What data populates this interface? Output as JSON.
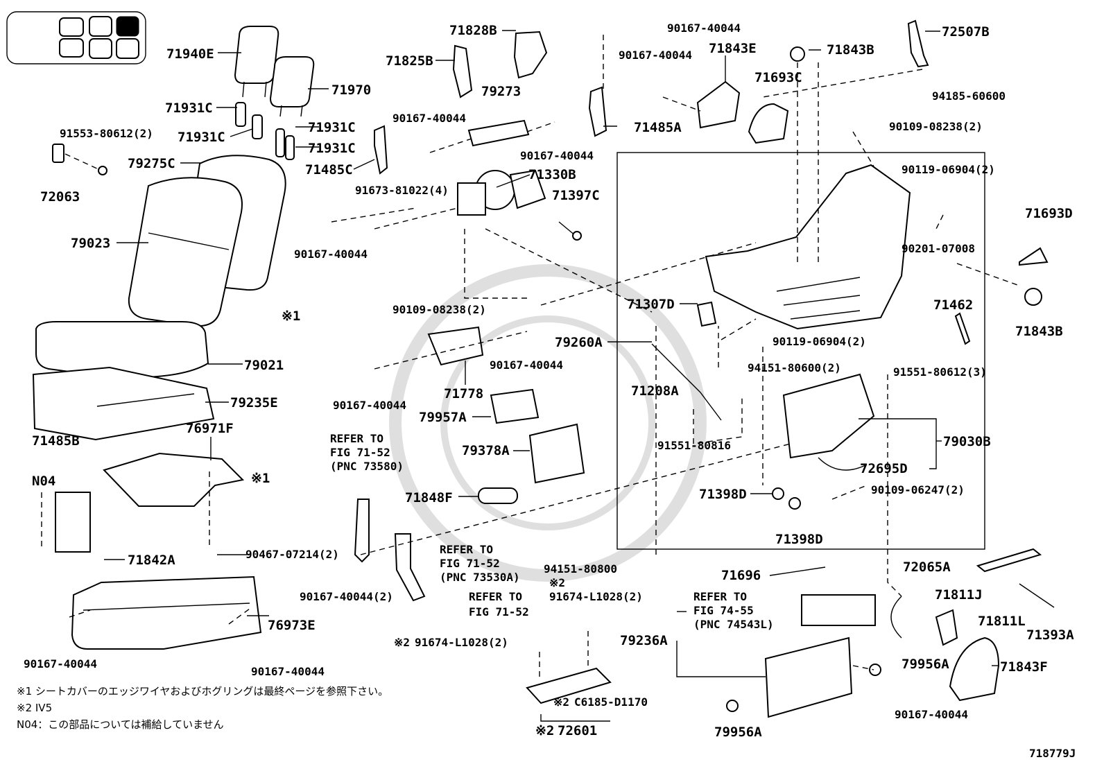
{
  "diagram_id": "718779J",
  "callouts": {
    "c71940E": "71940E",
    "c71970": "71970",
    "c71931C_a": "71931C",
    "c71931C_b": "71931C",
    "c71931C_c": "71931C",
    "c71931C_d": "71931C",
    "c91553": "91553-80612(2)",
    "c72063": "72063",
    "c79275C": "79275C",
    "c79023": "79023",
    "c79021": "79021",
    "c79235E": "79235E",
    "c71485B": "71485B",
    "cN04": "N04",
    "c76971F": "76971F",
    "c71842A": "71842A",
    "c90467": "90467-07214(2)",
    "c90167_frA": "90167-40044(2)",
    "c76973E": "76973E",
    "c90167_frB": "90167-40044",
    "c90167_frC": "90167-40044",
    "c71825B": "71825B",
    "c71828B": "71828B",
    "c79273": "79273",
    "c90167_a": "90167-40044",
    "c90167_b": "90167-40044",
    "c71485C": "71485C",
    "c71330B": "71330B",
    "c91673": "91673-81022(4)",
    "c71397C": "71397C",
    "c90167_c": "90167-40044",
    "c90109_a": "90109-08238(2)",
    "c90167_d": "90167-40044",
    "c90167_e": "90167-40044",
    "c71778": "71778",
    "c79957A": "79957A",
    "c79378A": "79378A",
    "c71848F": "71848F",
    "c90167_top": "90167-40044",
    "c90167_top2": "90167-40044",
    "c71843E": "71843E",
    "c71485A": "71485A",
    "c71693C": "71693C",
    "c71843B_top": "71843B",
    "c72507B": "72507B",
    "c94185": "94185-60600",
    "c90109_top": "90109-08238(2)",
    "c90119_a": "90119-06904(2)",
    "c71693D": "71693D",
    "c90201": "90201-07008",
    "c71462": "71462",
    "c71843B_r": "71843B",
    "c71307D": "71307D",
    "c79260A": "79260A",
    "c90119_b": "90119-06904(2)",
    "c94151_a": "94151-80600(2)",
    "c91551_3": "91551-80612(3)",
    "c71208A": "71208A",
    "c91551_816": "91551-80816",
    "c79030B": "79030B",
    "c72695D": "72695D",
    "c71398D_a": "71398D",
    "c90109_06247": "90109-06247(2)",
    "c71398D_b": "71398D",
    "c94151_b": "94151-80800",
    "c71696": "71696",
    "c72065A": "72065A",
    "c71811J": "71811J",
    "c71811L": "71811L",
    "c71393A": "71393A",
    "c79236A": "79236A",
    "c79956A_a": "79956A",
    "c71843F": "71843F",
    "c79956A_b": "79956A",
    "c90167_bot": "90167-40044",
    "c91674_a": "91674-L1028(2)",
    "c91674_b": "91674-L1028(2)",
    "cC6185": "C6185-D1170",
    "c72601": "72601",
    "ast1_a": "※1",
    "ast1_b": "※1",
    "ast2_a": "※2",
    "ast2_b": "※2",
    "ast2_c": "※2",
    "ast2_d": "※2"
  },
  "refer_blocks": {
    "r73580": [
      "REFER TO",
      "FIG 71-52",
      "(PNC 73580)"
    ],
    "r73530A": [
      "REFER TO",
      "FIG 71-52",
      "(PNC 73530A)"
    ],
    "r7152": [
      "REFER TO",
      "FIG 71-52"
    ],
    "r74543L": [
      "REFER TO",
      "FIG 74-55",
      "(PNC 74543L)"
    ]
  },
  "notes": {
    "n1": "※1 シートカバーのエッジワイヤおよびホグリングは最終ページを参照下さい。",
    "n2": "※2 IV5",
    "n3": "N04：この部品については補給していません"
  }
}
